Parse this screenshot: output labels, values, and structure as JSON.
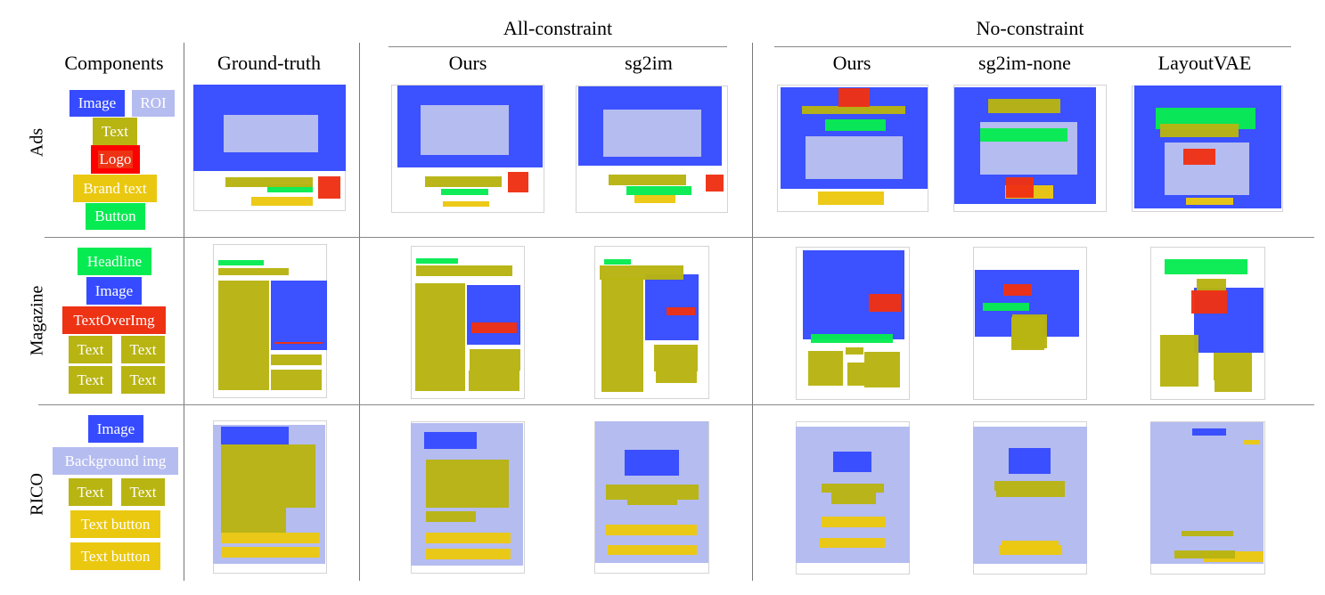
{
  "colors": {
    "image": "#364bff",
    "roi": "#b5bcf0",
    "text": "#b8b412",
    "logo": "#ee3214",
    "logo_border": "#ff0000",
    "brand": "#ebc810",
    "button": "#07eb52"
  },
  "groups": {
    "all_constraint": "All-constraint",
    "no_constraint": "No-constraint"
  },
  "columns": {
    "components": "Components",
    "ground_truth": "Ground-truth",
    "ac_ours": "Ours",
    "ac_sg2im": "sg2im",
    "nc_ours": "Ours",
    "nc_sg2im_none": "sg2im-none",
    "nc_layoutvae": "LayoutVAE"
  },
  "rows": {
    "ads": "Ads",
    "magazine": "Magazine",
    "rico": "RICO"
  },
  "legend": {
    "ads": [
      {
        "label": "Image",
        "type": "image"
      },
      {
        "label": "ROI",
        "type": "roi"
      },
      {
        "label": "Text",
        "type": "text"
      },
      {
        "label": "Logo",
        "type": "logo"
      },
      {
        "label": "Brand text",
        "type": "brand"
      },
      {
        "label": "Button",
        "type": "button"
      }
    ],
    "magazine": [
      {
        "label": "Headline",
        "type": "button"
      },
      {
        "label": "Image",
        "type": "image"
      },
      {
        "label": "TextOverImg",
        "type": "logo"
      },
      {
        "label": "Text",
        "type": "text"
      },
      {
        "label": "Text",
        "type": "text"
      },
      {
        "label": "Text",
        "type": "text"
      },
      {
        "label": "Text",
        "type": "text"
      }
    ],
    "rico": [
      {
        "label": "Image",
        "type": "image"
      },
      {
        "label": "Background img",
        "type": "roi"
      },
      {
        "label": "Text",
        "type": "text"
      },
      {
        "label": "Text",
        "type": "text"
      },
      {
        "label": "Text button",
        "type": "brand"
      },
      {
        "label": "Text button",
        "type": "brand"
      }
    ]
  }
}
